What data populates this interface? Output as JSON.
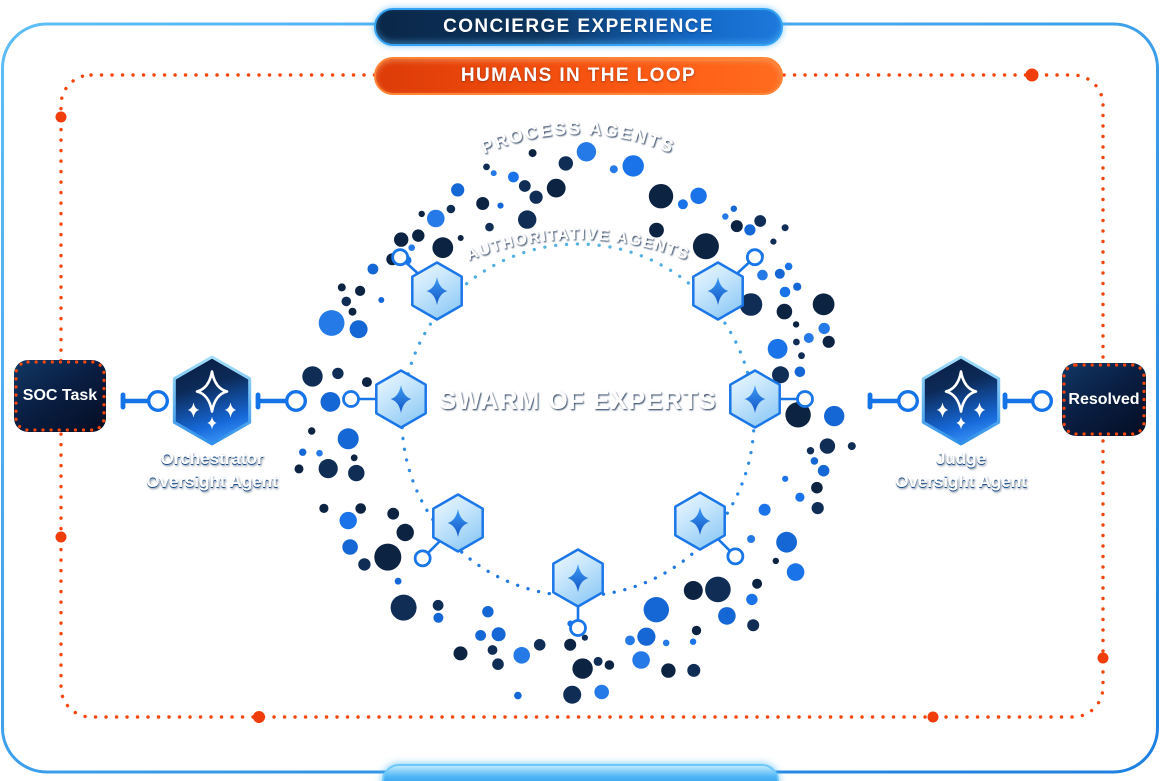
{
  "banners": {
    "concierge_label": "CONCIERGE EXPERIENCE",
    "humans_label": "HUMANS IN THE LOOP"
  },
  "flow": {
    "soc_task_label": "SOC Task",
    "resolved_label": "Resolved",
    "orchestrator_line1": "Orchestrator",
    "orchestrator_line2": "Oversight Agent",
    "judge_line1": "Judge",
    "judge_line2": "Oversight Agent"
  },
  "swarm": {
    "outer_ring_label": "PROCESS AGENTS",
    "inner_ring_label": "AUTHORITATIVE AGENTS",
    "center_label": "SWARM OF EXPERTS"
  },
  "colors": {
    "accent_blue": "#1473e6",
    "frame_blue": "#2e9cf2",
    "frame_orange": "#f4470e",
    "dot_navy": "#0c2342",
    "dot_blue": "#1a73e8",
    "banner_blue_start": "#0a2748",
    "banner_blue_end": "#1d79dc",
    "banner_orange_start": "#dd3b08",
    "banner_orange_end": "#ff6c1f",
    "node_box_navy": "#0a1f44"
  }
}
